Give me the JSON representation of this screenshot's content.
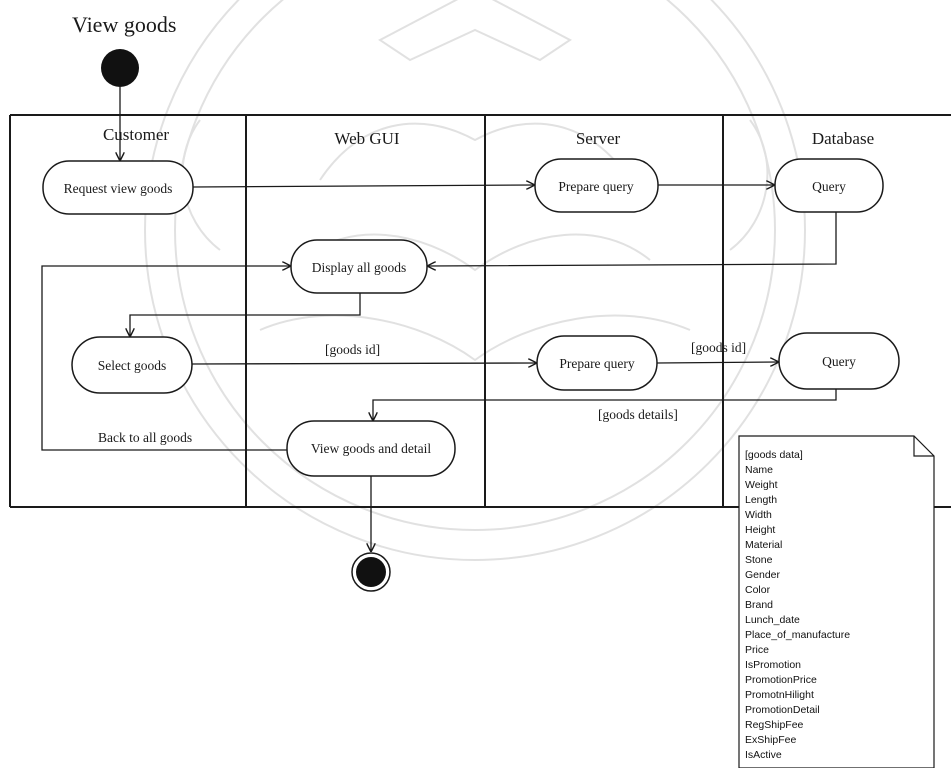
{
  "diagram": {
    "title": "View goods",
    "lanes": [
      "Customer",
      "Web GUI",
      "Server",
      "Database"
    ],
    "activities": {
      "request_view_goods": "Request view goods",
      "prepare_query_1": "Prepare query",
      "query_1": "Query",
      "display_all_goods": "Display all goods",
      "select_goods": "Select goods",
      "prepare_query_2": "Prepare query",
      "query_2": "Query",
      "view_goods_detail": "View goods and detail"
    },
    "flow_labels": {
      "goods_id_1": "[goods id]",
      "goods_id_2": "[goods id]",
      "goods_details": "[goods details]",
      "back_to_all_goods": "Back to all goods"
    },
    "note": {
      "lines": [
        "[goods data]",
        "Name",
        "Weight",
        "Length",
        "Width",
        "Height",
        "Material",
        "Stone",
        "Gender",
        "Color",
        "Brand",
        "Lunch_date",
        "Place_of_manufacture",
        "Price",
        "IsPromotion",
        "PromotionPrice",
        "PromotnHilight",
        "PromotionDetail",
        "RegShipFee",
        "ExShipFee",
        "IsActive"
      ]
    }
  }
}
